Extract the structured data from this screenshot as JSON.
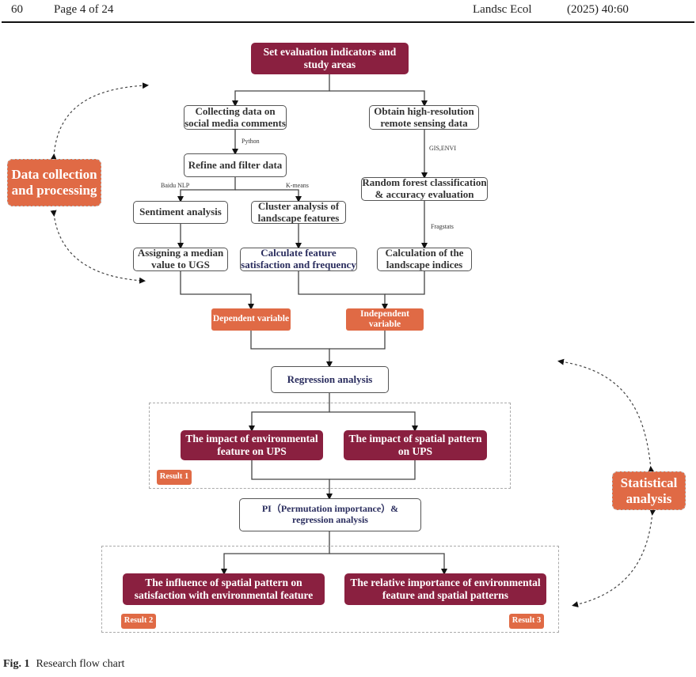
{
  "header": {
    "page_number": "60",
    "page_info": "Page 4 of 24",
    "journal": "Landsc Ecol",
    "citation": "(2025) 40:60"
  },
  "colors": {
    "maroon": "#8a2040",
    "orange": "#e06a45",
    "navy_text": "#2a2d5e",
    "border": "#555555"
  },
  "flowchart": {
    "top": "Set evaluation indicators and study areas",
    "collecting": "Collecting data on social media comments",
    "obtain": "Obtain high-resolution remote sensing data",
    "refine": "Refine and filter data",
    "random_forest": "Random forest classification & accuracy evaluation",
    "sentiment": "Sentiment analysis",
    "cluster": "Cluster analysis of landscape features",
    "assigning": "Assigning a median value to UGS",
    "calc_feature": "Calculate feature satisfaction and frequency",
    "calc_landscape": "Calculation of the landscape indices",
    "dependent": "Dependent variable",
    "independent": "Independent variable",
    "regression": "Regression analysis",
    "impact_env": "The impact of environmental feature on UPS",
    "impact_spatial": "The impact of spatial pattern on UPS",
    "result1": "Result 1",
    "pi": "PI（Permutation importance）& regression analysis",
    "influence": "The influence of spatial pattern on satisfaction with environmental feature",
    "relative": "The relative importance of environmental feature and spatial patterns",
    "result2": "Result 2",
    "result3": "Result 3",
    "side_data": "Data collection and processing",
    "side_stats": "Statistical analysis",
    "edge_labels": {
      "python": "Python",
      "gis": "GIS,ENVI",
      "baidu": "Baidu NLP",
      "kmeans": "K-means",
      "fragstats": "Fragstats"
    }
  },
  "caption": {
    "label": "Fig. 1",
    "text": "Research flow chart"
  }
}
